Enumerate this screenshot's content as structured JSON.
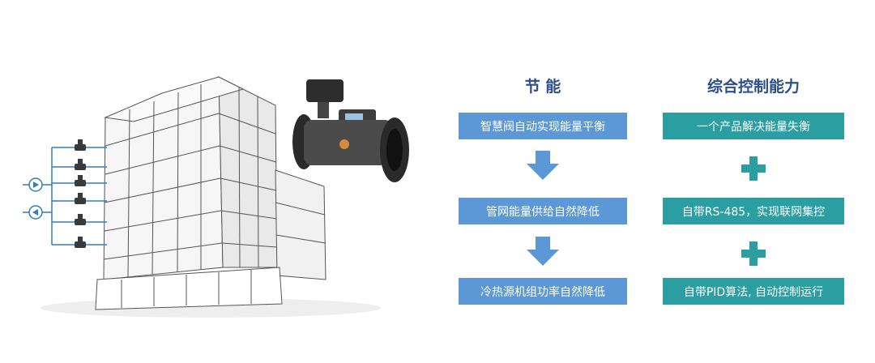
{
  "left_column": {
    "title": "节 能",
    "steps": [
      "智慧阀自动实现能量平衡",
      "管网能量供给自然降低",
      "冷热源机组功率自然降低"
    ],
    "connector": "down-arrow-icon",
    "box_color": "#5b98d5"
  },
  "right_column": {
    "title": "综合控制能力",
    "features": [
      "一个产品解决能量失衡",
      "自带RS-485，实现联网集控",
      "自带PID算法, 自动控制运行"
    ],
    "connector": "plus-icon",
    "box_color": "#2a9ea0"
  },
  "colors": {
    "title": "#2c4f8c",
    "pipe": "#2e7fc0"
  },
  "illustration": {
    "building": "office-building-sketch",
    "valve": "smart-valve-photo",
    "flow_icons": [
      "flow-in-icon",
      "flow-out-icon"
    ]
  }
}
